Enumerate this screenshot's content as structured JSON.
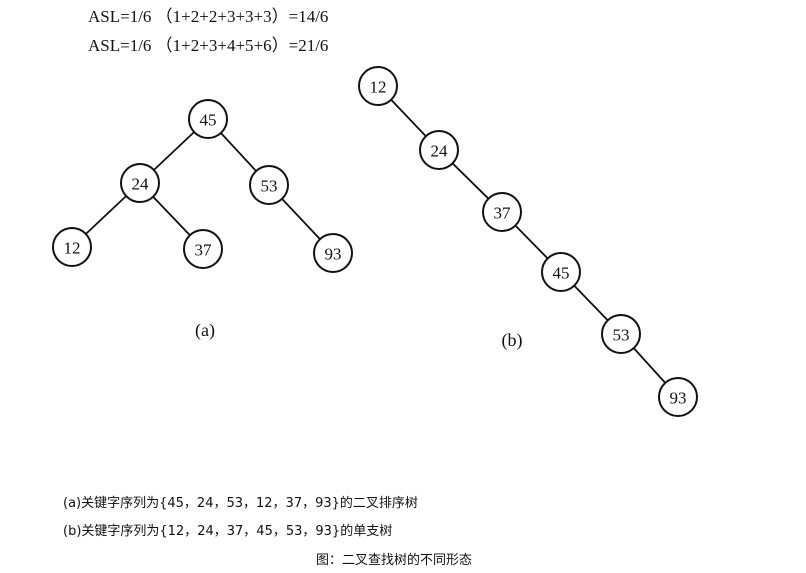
{
  "asl_lines": [
    "ASL=1/6 （1+2+2+3+3+3）=14/6",
    "ASL=1/6 （1+2+3+4+5+6）=21/6"
  ],
  "tree_a": {
    "label": "(a)",
    "nodes": [
      "45",
      "24",
      "53",
      "12",
      "37",
      "93"
    ],
    "edges": [
      [
        "45",
        "24"
      ],
      [
        "45",
        "53"
      ],
      [
        "24",
        "12"
      ],
      [
        "24",
        "37"
      ],
      [
        "53",
        "93"
      ]
    ]
  },
  "tree_b": {
    "label": "(b)",
    "nodes": [
      "12",
      "24",
      "37",
      "45",
      "53",
      "93"
    ],
    "edges": [
      [
        "12",
        "24"
      ],
      [
        "24",
        "37"
      ],
      [
        "37",
        "45"
      ],
      [
        "45",
        "53"
      ],
      [
        "53",
        "93"
      ]
    ]
  },
  "captions": [
    "(a)关键字序列为{45，24，53，12，37，93}的二叉排序树",
    "(b)关键字序列为{12，24，37，45，53，93}的单支树"
  ],
  "figure_title": "图：二叉查找树的不同形态"
}
